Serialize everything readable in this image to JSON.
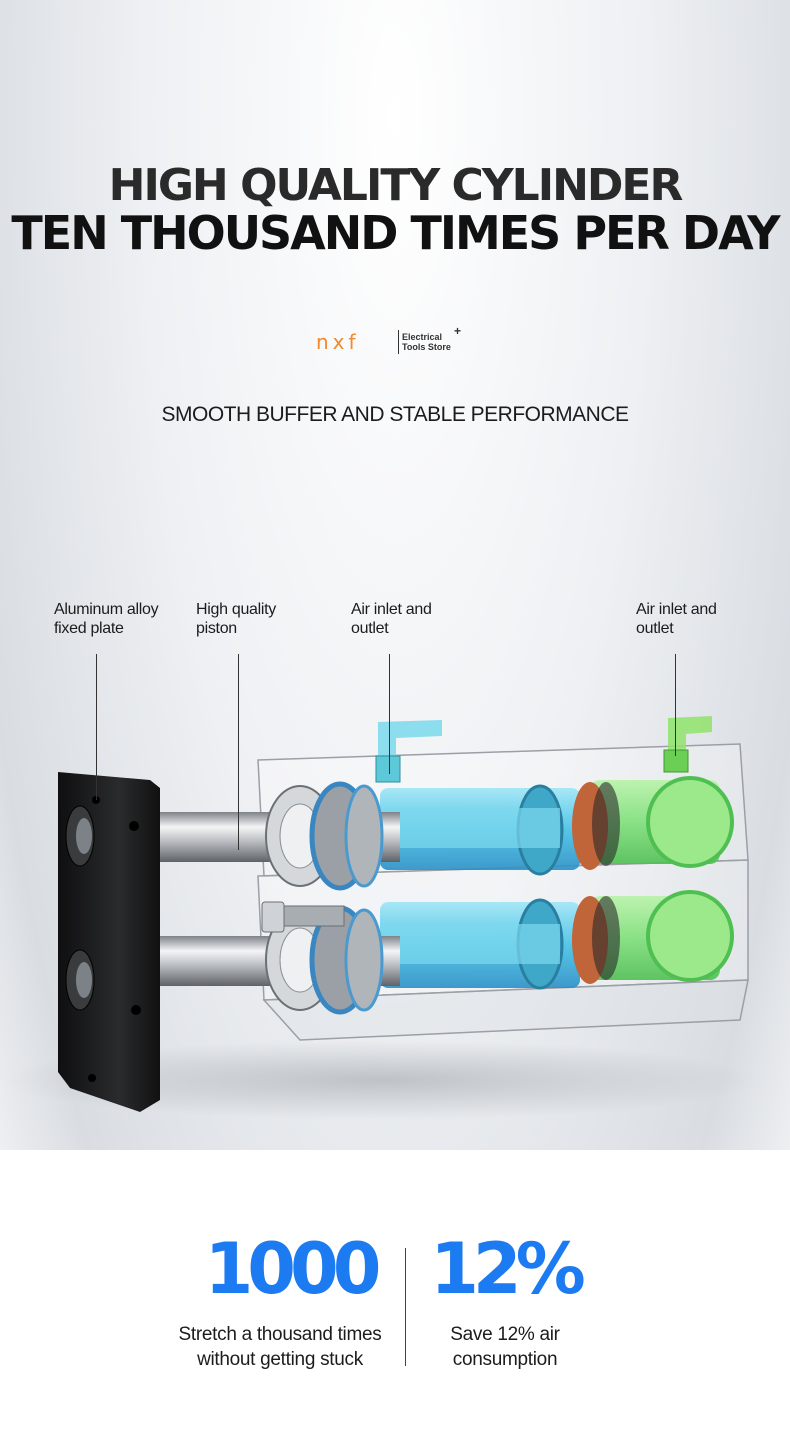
{
  "header": {
    "line1": "HIGH QUALITY CYLINDER",
    "line2": "TEN THOUSAND TIMES PER DAY"
  },
  "brand": {
    "logo_text": "nxf",
    "store_line1": "Electrical",
    "store_line2": "Tools Store",
    "plus": "+",
    "accent_color": "#f08a2c"
  },
  "subtitle": "SMOOTH BUFFER AND STABLE PERFORMANCE",
  "callouts": [
    {
      "line1": "Aluminum alloy",
      "line2": "fixed plate"
    },
    {
      "line1": "High quality",
      "line2": "piston"
    },
    {
      "line1": "Air inlet and",
      "line2": "outlet"
    },
    {
      "line1": "Air inlet and",
      "line2": "outlet"
    }
  ],
  "stats": [
    {
      "number": "1000",
      "caption_line1": "Stretch a thousand times",
      "caption_line2": "without getting stuck"
    },
    {
      "number": "12%",
      "caption_line1": "Save 12% air",
      "caption_line2": "consumption"
    }
  ],
  "colors": {
    "stat_blue": "#1c7bf0",
    "chamber_blue": "#4fc8e8",
    "chamber_green": "#7fe07a",
    "copper": "#c0643a",
    "plate": "#1a1a1a"
  }
}
